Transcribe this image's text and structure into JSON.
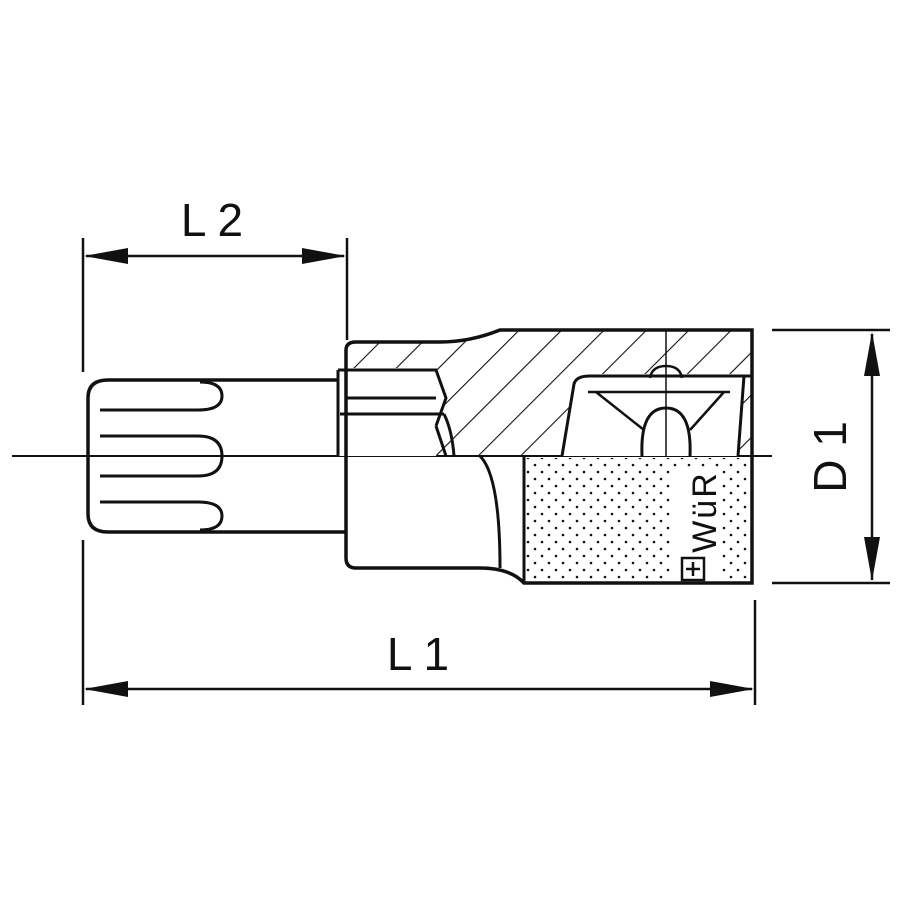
{
  "dimensions": {
    "l1": "L 1",
    "l2": "L 2",
    "d1": "D 1"
  },
  "brand_marking": "WüR",
  "colors": {
    "line": "#111111",
    "background": "#ffffff"
  }
}
